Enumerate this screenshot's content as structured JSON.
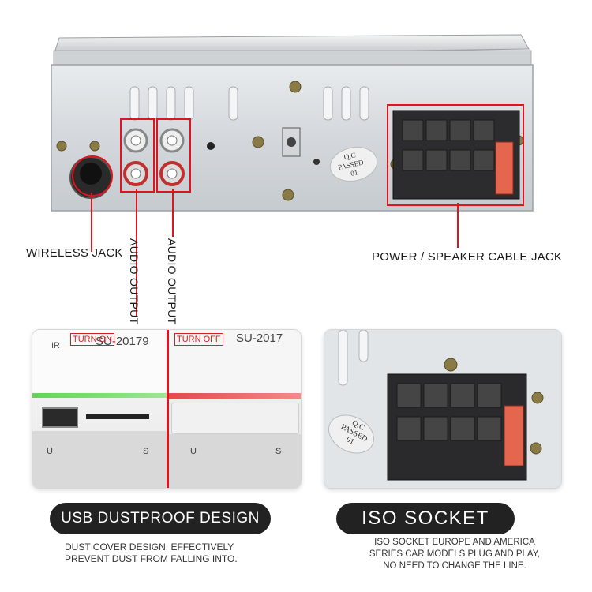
{
  "callouts": {
    "wireless_jack": "WIRELESS JACK",
    "audio_output_1": "AUDIO OUTPUT",
    "audio_output_2": "AUDIO OUTPUT",
    "power_speaker": "POWER / SPEAKER CABLE JACK"
  },
  "stamp": {
    "line1": "Q.C",
    "line2": "PASSED",
    "line3": "01"
  },
  "left_panel": {
    "turn_on": "TURN ON",
    "turn_off": "TURN OFF",
    "model_left": "SU-20179",
    "model_right": "SU-2017",
    "ir": "IR",
    "u_left": "U",
    "s_left": "S",
    "u_right": "U",
    "s_right": "S"
  },
  "usb_section": {
    "title": "USB DUSTPROOF DESIGN",
    "description_line1": "DUST COVER DESIGN, EFFECTIVELY",
    "description_line2": "PREVENT DUST FROM FALLING INTO."
  },
  "iso_section": {
    "title": "ISO SOCKET",
    "description_line1": "ISO SOCKET EUROPE AND AMERICA",
    "description_line2": "SERIES CAR MODELS PLUG AND PLAY,",
    "description_line3": "NO NEED TO CHANGE THE LINE."
  },
  "colors": {
    "accent_red": "#e0141e",
    "pill_bg": "#222222",
    "metal": "#d9dde1"
  }
}
